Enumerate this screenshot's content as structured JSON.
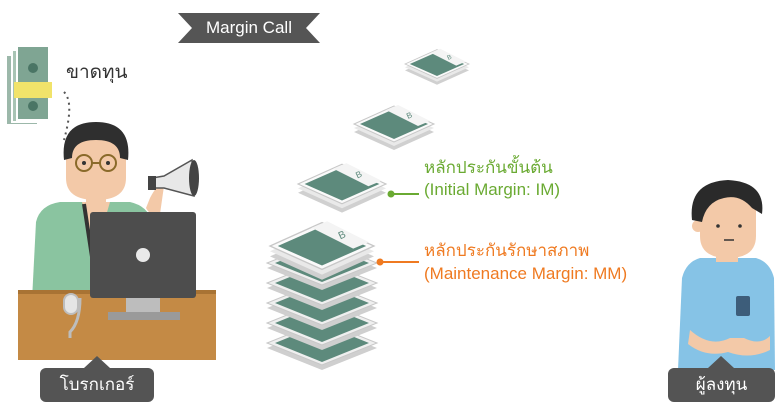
{
  "banner": {
    "label": "Margin Call"
  },
  "broker": {
    "shortfall_label": "ขาดทุน",
    "tag": "โบรกเกอร์"
  },
  "initial_margin": {
    "label_th": "หลักประกันขั้นต้น",
    "label_en": "(Initial Margin: IM)",
    "color": "#6aaa32"
  },
  "maintenance_margin": {
    "label_th": "หลักประกันรักษาสภาพ",
    "label_en": "(Maintenance Margin: MM)",
    "color": "#ef7a21"
  },
  "investor": {
    "tag": "ผู้ลงทุน"
  },
  "money_band_letter": "B"
}
